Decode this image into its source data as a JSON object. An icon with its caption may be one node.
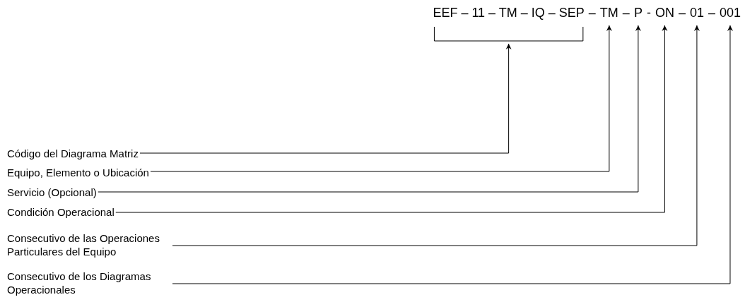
{
  "diagram": {
    "nodes": [
      {
        "text": [
          "EEF – 11 – TM – IQ – SEP"
        ]
      },
      {
        "text": [
          "TM"
        ]
      },
      {
        "text": [
          "P"
        ]
      },
      {
        "text": [
          "ON"
        ]
      },
      {
        "text": [
          "01"
        ]
      },
      {
        "text": [
          "001"
        ]
      },
      {
        "text": [
          "Código del Diagrama Matriz"
        ]
      },
      {
        "text": [
          "Equipo, Elemento o Ubicación"
        ]
      },
      {
        "text": [
          "Servicio (Opcional)"
        ]
      },
      {
        "text": [
          "Condición Operacional"
        ]
      },
      {
        "text": [
          "Consecutivo de las Operaciones Particulares del Equipo"
        ]
      },
      {
        "text": [
          "Consecutivo de los Diagramas Operacionales"
        ]
      }
    ],
    "edges": [
      {
        "from": 6,
        "to": 0,
        "arrow": "to"
      },
      {
        "from": 7,
        "to": 1,
        "arrow": "to"
      },
      {
        "from": 8,
        "to": 2,
        "arrow": "to"
      },
      {
        "from": 9,
        "to": 3,
        "arrow": "to"
      },
      {
        "from": 10,
        "to": 4,
        "arrow": "to"
      },
      {
        "from": 11,
        "to": 5,
        "arrow": "to"
      }
    ],
    "labels": [
      "–",
      "–",
      "-",
      "–",
      "–"
    ]
  }
}
